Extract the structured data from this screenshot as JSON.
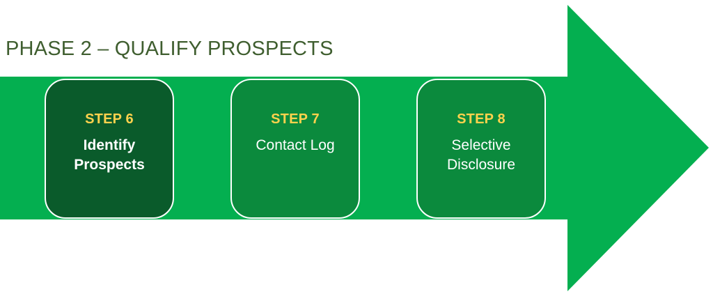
{
  "diagram": {
    "title": "PHASE 2 – QUALIFY PROSPECTS",
    "title_color": "#3f5e2f",
    "arrow": {
      "shaft_color": "#04af50",
      "head_color": "#04af50",
      "direction": "right"
    },
    "steps": [
      {
        "number": "STEP 6",
        "label": "Identify Prospects",
        "fill_color": "#0a5b2b",
        "number_color": "#ffd24d",
        "label_color": "#ffffff",
        "emphasis": "bold",
        "highlighted": true
      },
      {
        "number": "STEP 7",
        "label": "Contact Log",
        "fill_color": "#0b8a3d",
        "number_color": "#ffd24d",
        "label_color": "#ffffff",
        "emphasis": "regular",
        "highlighted": false
      },
      {
        "number": "STEP 8",
        "label": "Selective Disclosure",
        "fill_color": "#0b8a3d",
        "number_color": "#ffd24d",
        "label_color": "#ffffff",
        "emphasis": "regular",
        "highlighted": false
      }
    ]
  }
}
